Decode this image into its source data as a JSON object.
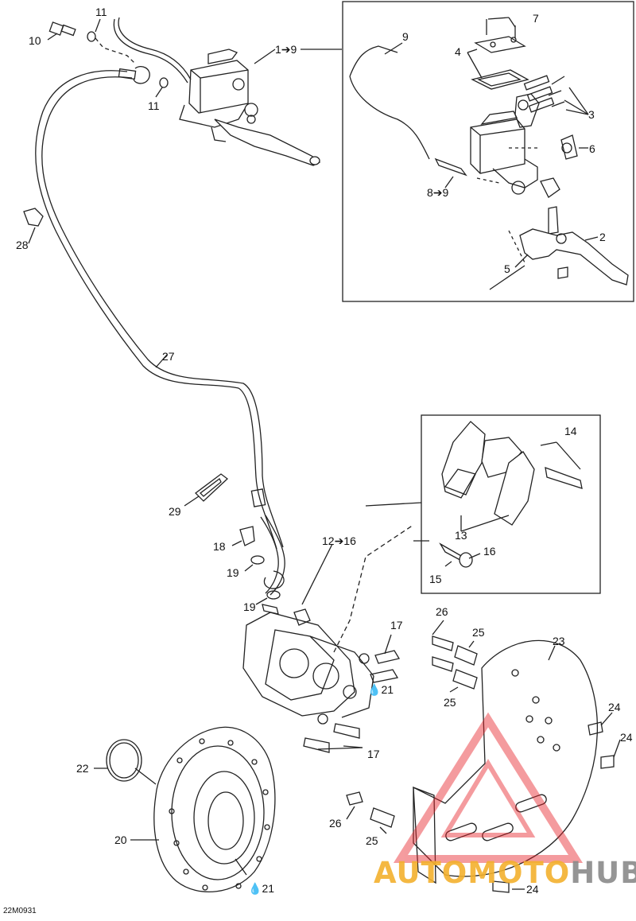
{
  "diagram_code": "22M0931",
  "callouts": {
    "c1": "1➔9",
    "c2": "2",
    "c3": "3",
    "c4": "4",
    "c5": "5",
    "c6": "6",
    "c7": "7",
    "c8": "8➔9",
    "c9": "9",
    "c10": "10",
    "c11a": "11",
    "c11b": "11",
    "c12": "12➔16",
    "c13": "13",
    "c14": "14",
    "c15": "15",
    "c16": "16",
    "c17a": "17",
    "c17b": "17",
    "c18": "18",
    "c19a": "19",
    "c19b": "19",
    "c20": "20",
    "c21a": "21",
    "c21b": "21",
    "c22": "22",
    "c23": "23",
    "c24a": "24",
    "c24b": "24",
    "c24c": "24",
    "c25a": "25",
    "c25b": "25",
    "c25c": "25",
    "c26a": "26",
    "c26b": "26",
    "c27": "27",
    "c28": "28",
    "c29": "29"
  },
  "watermark": {
    "part1": "AUTOMOTO",
    "part2": "HUB"
  },
  "colors": {
    "line": "#222222",
    "watermark_red": "#e8242a",
    "watermark_yellow": "#f3b12e",
    "watermark_gray": "#8a8a8a"
  }
}
